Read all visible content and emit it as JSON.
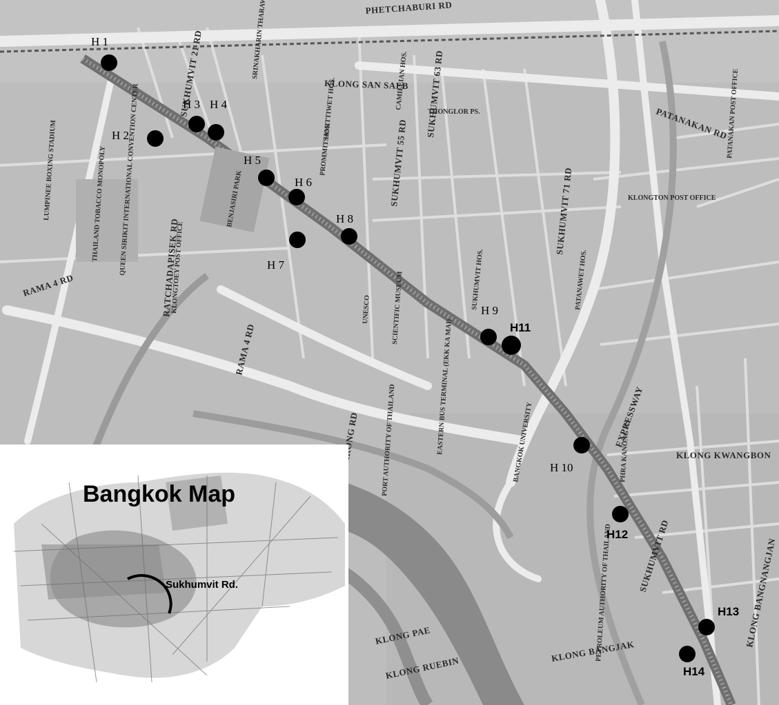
{
  "map": {
    "road_labels": {
      "phetchaburi": "PHETCHABURI RD",
      "patanakan": "PATANAKAN RD",
      "sukhumvit21": "SUKHUMVIT 21 RD",
      "sukhumvit55": "SUKHUMVIT 55 RD",
      "sukhumvit63": "SUKHUMVIT 63 RD",
      "sukhumvit71": "SUKHUMVIT 71 RD",
      "sukhumvit": "SUKHUMVIT RD",
      "ratchadapisek": "RATCHADAPISEK RD",
      "rama4": "RAMA 4 RD",
      "rama4_left": "RAMA 4 RD",
      "atnarong": "ATNARONG RD",
      "klong_kwangbon": "KLONG KWANGBON",
      "klong_bangna": "KLONG BANGNANGJAN",
      "klong_bangjak": "KLONG BANGJAK",
      "klong_pae": "KLONG PAE",
      "klong_ruebin": "KLONG RUEBIN",
      "klong_saen_saeb": "KLONG SAN SAEB"
    },
    "poi_labels": {
      "queen_sirikit": "QUEEN SIRIKIT INTERNATIONAL CONVENTION CENTER",
      "thailand_tobacco": "THAILAND TOBACCO MONOPOLY",
      "lumpinee": "LUMPINEE BOXING STADIUM",
      "benjasiri": "BENJASIRI PARK",
      "unesco": "UNESCO",
      "scientific": "SCIENTIFIC MUSEUM",
      "eastern_bus": "EASTERN BUS TERMINAL (EKK KA MAI)",
      "bangkok_univ": "BANGKOK UNIVERSITY",
      "port_authority": "PORT AUTHORITY OF THAILAND",
      "petroleum": "PETROLEUM AUTHORITY OF THAILAND",
      "camillian": "CAMILLIAN HOS.",
      "samittiwet": "SAMITTIWET HOS.",
      "prommit": "PROMMIT HOS.",
      "sukhumvit_hos": "SUKHUMVIT HOS.",
      "patanawet": "PATANAWET HOS.",
      "klongton_po": "KLONGTON POST OFFICE",
      "klongtoey_po": "KLONGTOEY POST OFFICE",
      "patanakan_po": "PATANAKAN POST OFFICE",
      "srinakharin": "SRINAKHARIN THARAWIROT U.",
      "thonglor": "THONGLOR PS.",
      "phra_kanong": "PHRA KANONG PS.",
      "expressway": "EXPRESSWAY"
    },
    "hotels": [
      {
        "id": "H1",
        "label": "H 1"
      },
      {
        "id": "H2",
        "label": "H 2"
      },
      {
        "id": "H3",
        "label": "H 3"
      },
      {
        "id": "H4",
        "label": "H 4"
      },
      {
        "id": "H5",
        "label": "H 5"
      },
      {
        "id": "H6",
        "label": "H 6"
      },
      {
        "id": "H7",
        "label": "H 7"
      },
      {
        "id": "H8",
        "label": "H 8"
      },
      {
        "id": "H9",
        "label": "H 9"
      },
      {
        "id": "H10",
        "label": "H 10"
      },
      {
        "id": "H11",
        "label": "H11"
      },
      {
        "id": "H12",
        "label": "H12"
      },
      {
        "id": "H13",
        "label": "H13"
      },
      {
        "id": "H14",
        "label": "H14"
      }
    ],
    "colors": {
      "background": "#bdbdbd",
      "road": "#e8e8e8",
      "sukhumvit": "#7a7a7a",
      "river": "#8a8a8a",
      "marker": "#000000"
    }
  },
  "inset": {
    "title": "Bangkok Map",
    "road_label": "Sukhumvit Rd."
  }
}
